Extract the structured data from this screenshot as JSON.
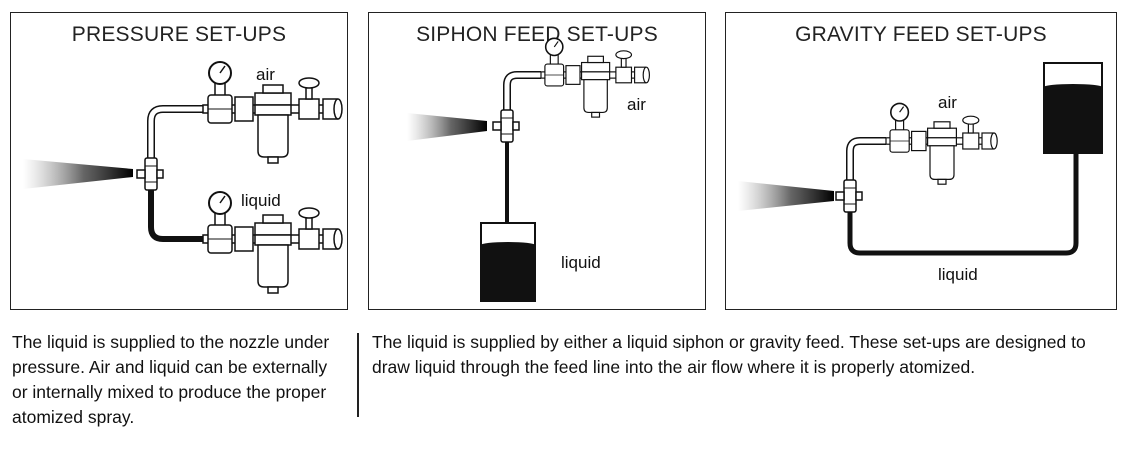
{
  "panels": [
    {
      "title": "PRESSURE SET-UPS",
      "air_label": "air",
      "liquid_label": "liquid"
    },
    {
      "title": "SIPHON FEED SET-UPS",
      "air_label": "air",
      "liquid_label": "liquid"
    },
    {
      "title": "GRAVITY FEED SET-UPS",
      "air_label": "air",
      "liquid_label": "liquid"
    }
  ],
  "descriptions": {
    "left": "The liquid is supplied to the nozzle under pressure.  Air and liquid can be externally or internally mixed to produce the proper atomized spray.",
    "right": "The liquid is supplied by either a liquid siphon or gravity feed.  These set-ups are designed to draw liquid through the feed line into the air flow where it is properly atomized."
  }
}
